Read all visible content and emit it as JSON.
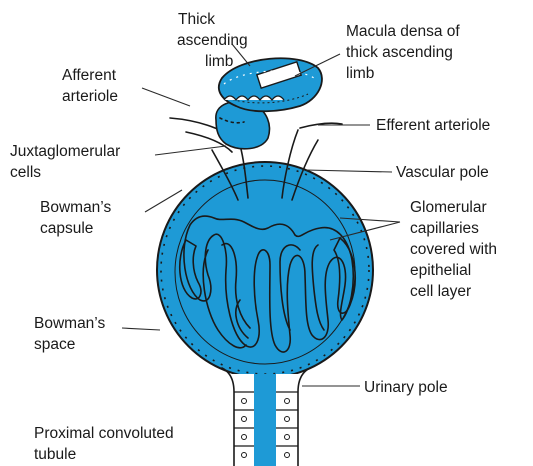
{
  "colors": {
    "accent": "#1e9ad6",
    "ink": "#1a1a1a",
    "background": "#ffffff"
  },
  "labels": {
    "thick_ascending_limb": [
      "Thick",
      "ascending",
      "limb"
    ],
    "macula_densa": [
      "Macula densa of",
      "thick ascending",
      "limb"
    ],
    "afferent_arteriole": [
      "Afferent",
      "arteriole"
    ],
    "efferent_arteriole": [
      "Efferent arteriole"
    ],
    "juxtaglomerular_cells": [
      "Juxtaglomerular",
      "cells"
    ],
    "vascular_pole": [
      "Vascular pole"
    ],
    "bowmans_capsule": [
      "Bowman’s",
      "capsule"
    ],
    "glomerular_capillaries": [
      "Glomerular",
      "capillaries",
      "covered with",
      "epithelial",
      "cell layer"
    ],
    "bowmans_space": [
      "Bowman’s",
      "space"
    ],
    "urinary_pole": [
      "Urinary pole"
    ],
    "proximal_convoluted_tubule": [
      "Proximal convoluted",
      "tubule"
    ]
  }
}
